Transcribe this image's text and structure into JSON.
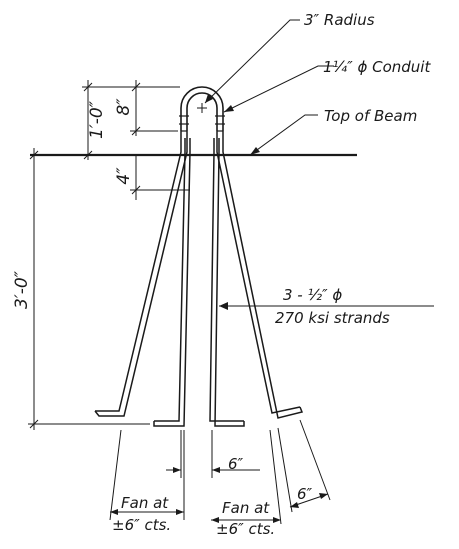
{
  "labels": {
    "radius": "3″ Radius",
    "conduit": "1¼″ ϕ Conduit",
    "top_of_beam": "Top of Beam",
    "strands_line1": "3 - ½″ ϕ",
    "strands_line2": "270 ksi strands",
    "fan_left_line1": "Fan at",
    "fan_left_line2": "±6″ cts.",
    "fan_right_line1": "Fan at",
    "fan_right_line2": "±6″ cts."
  },
  "dimensions": {
    "loop_total": "1′-0″",
    "loop_above": "8″",
    "below_beam": "4″",
    "embedment": "3′-0″",
    "center_spacing": "6″",
    "hook_length": "6″"
  }
}
